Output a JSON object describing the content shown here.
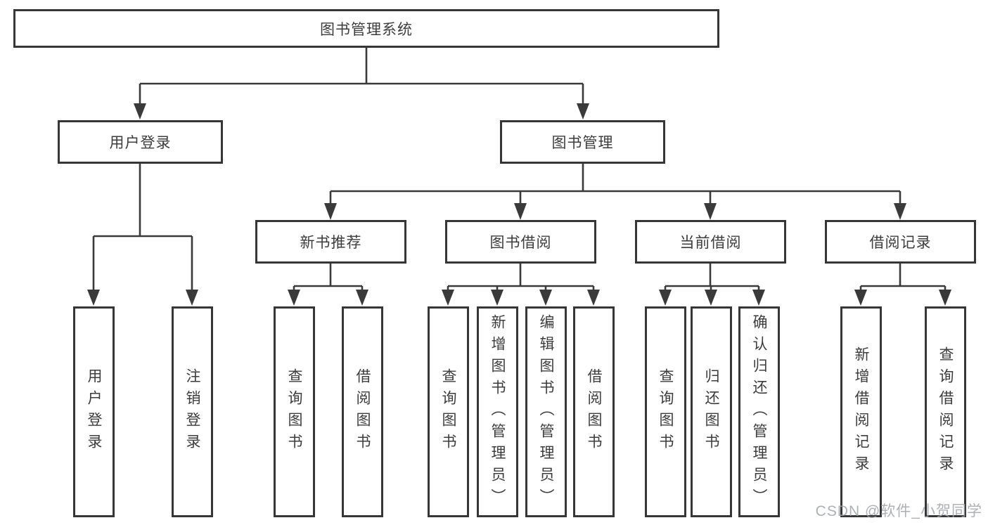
{
  "diagram": {
    "root": "图书管理系统",
    "branches": {
      "user_login": {
        "label": "用户登录",
        "children": [
          "用户登录",
          "注销登录"
        ]
      },
      "book_management": {
        "label": "图书管理",
        "children": [
          {
            "label": "新书推荐",
            "children": [
              "查询图书",
              "借阅图书"
            ]
          },
          {
            "label": "图书借阅",
            "children": [
              "查询图书",
              "新增图书（管理员）",
              "编辑图书（管理员）",
              "借阅图书"
            ]
          },
          {
            "label": "当前借阅",
            "children": [
              "查询图书",
              "归还图书",
              "确认归还（管理员）"
            ]
          },
          {
            "label": "借阅记录",
            "children": [
              "新增借阅记录",
              "查询借阅记录"
            ]
          }
        ]
      }
    },
    "watermark": "CSDN @软件_小贺同学",
    "colors": {
      "line": "#3a3a3a",
      "border": "#363636",
      "text": "#3c3c3c",
      "background": "#ffffff",
      "watermark": "#9ea3a8"
    }
  }
}
